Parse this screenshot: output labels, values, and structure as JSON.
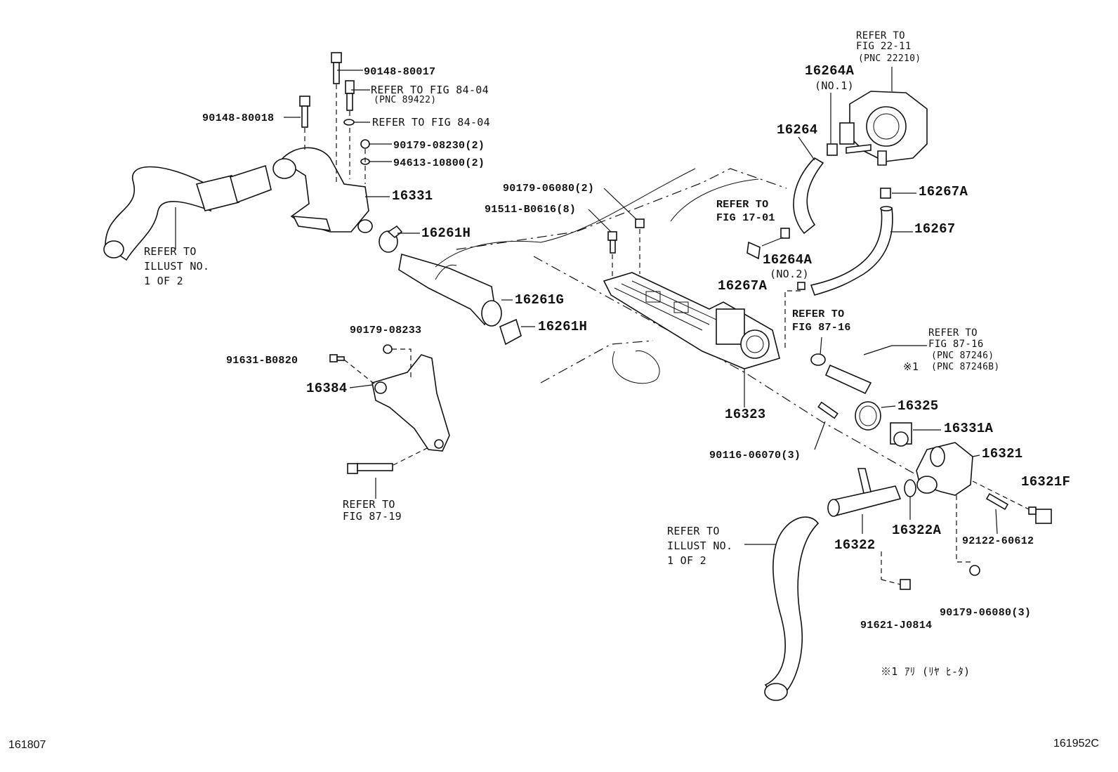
{
  "diagram": {
    "callouts": {
      "c_90148_80017": "90148-80017",
      "c_refer_84_04_a": "REFER TO FIG 84-04",
      "c_pnc_89422": "(PNC 89422)",
      "c_refer_84_04_b": "REFER TO FIG 84-04",
      "c_90148_80018": "90148-80018",
      "c_90179_08230": "90179-08230(2)",
      "c_94613_10800": "94613-10800(2)",
      "c_16331": "16331",
      "c_16261H_a": "16261H",
      "c_refer_illust_a": "REFER TO\nILLUST NO.\n1 OF 2",
      "c_90179_06080_2": "90179-06080(2)",
      "c_91511_b0616": "91511-B0616(8)",
      "c_16261G": "16261G",
      "c_16261H_b": "16261H",
      "c_90179_08233": "90179-08233",
      "c_91631_b0820": "91631-B0820",
      "c_16384": "16384",
      "c_refer_87_19": "REFER TO\nFIG 87-19",
      "c_refer_22_11": "REFER TO\nFIG 22-11",
      "c_pnc_22210": "(PNC 22210)",
      "c_16264A_no1": "16264A",
      "c_no1": "(NO.1)",
      "c_16264": "16264",
      "c_16267A_a": "16267A",
      "c_refer_17_01": "REFER TO\nFIG 17-01",
      "c_16267": "16267",
      "c_16264A_no2": "16264A",
      "c_no2": "(NO.2)",
      "c_16267A_b": "16267A",
      "c_refer_87_16_a": "REFER TO\nFIG 87-16",
      "c_refer_87_16_b": "REFER TO\nFIG 87-16",
      "c_pnc_87246": "(PNC 87246)",
      "c_note1": "※1",
      "c_pnc_87246b": "(PNC 87246B)",
      "c_16323": "16323",
      "c_16325": "16325",
      "c_16331A": "16331A",
      "c_90116_06070": "90116-06070(3)",
      "c_16321": "16321",
      "c_16321F": "16321F",
      "c_refer_illust_b": "REFER TO\nILLUST NO.\n1 OF 2",
      "c_16322A": "16322A",
      "c_16322": "16322",
      "c_92122_60612": "92122-60612",
      "c_90179_06080_3": "90179-06080(3)",
      "c_91621_j0814": "91621-J0814",
      "c_footnote": "※1 ｱﾘ (ﾘﾔ ﾋ-ﾀ)"
    },
    "corner_left": "161807",
    "corner_right": "161952C"
  }
}
